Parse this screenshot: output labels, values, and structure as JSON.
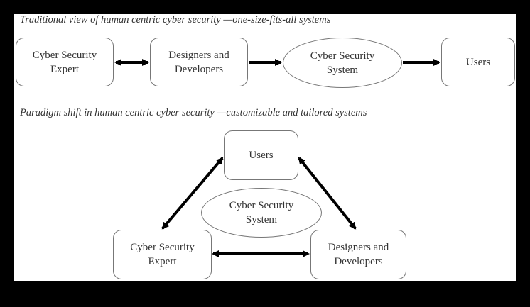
{
  "top": {
    "caption": "Traditional view of human centric cyber security —one-size-fits-all systems",
    "nodes": {
      "expert": "Cyber Security\nExpert",
      "designers": "Designers and\nDevelopers",
      "system": "Cyber Security\nSystem",
      "users": "Users"
    },
    "edges": [
      {
        "from": "expert",
        "to": "designers",
        "type": "bidirectional"
      },
      {
        "from": "designers",
        "to": "system",
        "type": "directed"
      },
      {
        "from": "system",
        "to": "users",
        "type": "directed"
      }
    ]
  },
  "bottom": {
    "caption": "Paradigm shift in human centric cyber security —customizable and tailored systems",
    "nodes": {
      "users": "Users",
      "system": "Cyber Security\nSystem",
      "expert": "Cyber Security\nExpert",
      "designers": "Designers and\nDevelopers"
    },
    "edges": [
      {
        "from": "users",
        "to": "expert",
        "type": "bidirectional"
      },
      {
        "from": "users",
        "to": "designers",
        "type": "bidirectional"
      },
      {
        "from": "expert",
        "to": "designers",
        "type": "bidirectional"
      }
    ]
  }
}
